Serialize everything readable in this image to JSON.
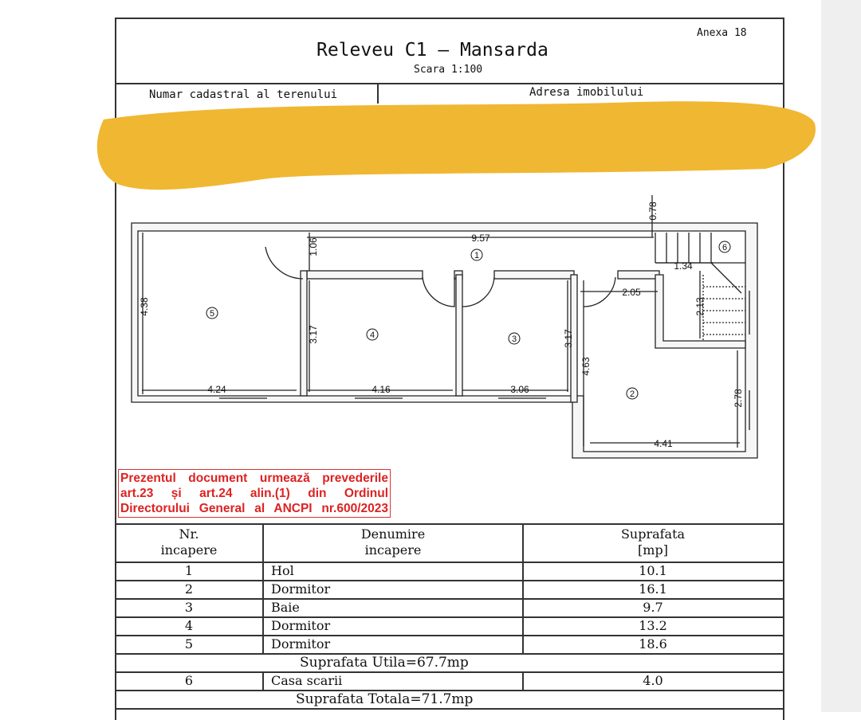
{
  "header": {
    "annex": "Anexa 18",
    "title": "Releveu C1  –  Mansarda",
    "scale": "Scara 1:100",
    "cadastral_label": "Numar cadastral al terenului",
    "address_label": "Adresa imobilului"
  },
  "redaction_color": "#f0b732",
  "plan": {
    "dimensions": {
      "hall_length": "9.57",
      "hall_width": "1.06",
      "room5_height": "4.38",
      "room5_width": "4.24",
      "room4_height": "3.17",
      "room4_width": "4.16",
      "room3_width": "3.06",
      "room3_height": "3.17",
      "room2_height": "4.63",
      "room2_upper_width": "2.05",
      "stair_width": "1.34",
      "stair_height": "2.13",
      "stair_offset": "0.78",
      "room2_width": "4.41",
      "room2_side": "2.78"
    },
    "room_markers": {
      "r1": "1",
      "r2": "2",
      "r3": "3",
      "r4": "4",
      "r5": "5",
      "r6": "6"
    }
  },
  "notice": {
    "line1": "Prezentul document urmează prevederile",
    "line2": "art.23  și  art.24  alin.(1)  din  Ordinul",
    "line3": "Directorului General al ANCPI nr.600/2023",
    "color": "#d22222"
  },
  "table": {
    "headers": {
      "nr": [
        "Nr.",
        "incapere"
      ],
      "name": [
        "Denumire",
        "incapere"
      ],
      "area": [
        "Suprafata",
        "[mp]"
      ]
    },
    "rows": [
      {
        "nr": "1",
        "name": "Hol",
        "area": "10.1"
      },
      {
        "nr": "2",
        "name": "Dormitor",
        "area": "16.1"
      },
      {
        "nr": "3",
        "name": "Baie",
        "area": "9.7"
      },
      {
        "nr": "4",
        "name": "Dormitor",
        "area": "13.2"
      },
      {
        "nr": "5",
        "name": "Dormitor",
        "area": "18.6"
      }
    ],
    "usable_total": "Suprafata  Utila=67.7mp",
    "extra_row": {
      "nr": "6",
      "name": "Casa scarii",
      "area": "4.0"
    },
    "grand_total": "Suprafata  Totala=71.7mp"
  }
}
